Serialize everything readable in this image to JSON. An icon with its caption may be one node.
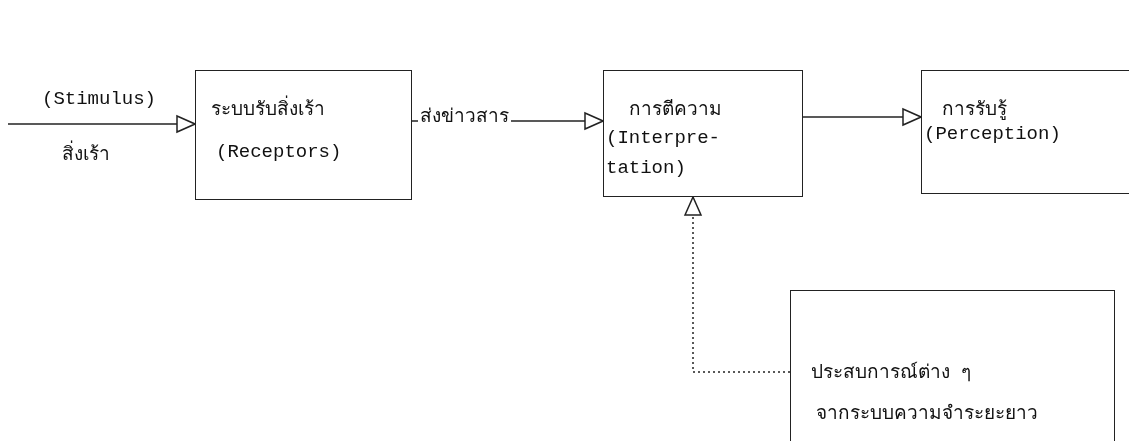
{
  "diagram": {
    "nodes": [
      {
        "text": [
          "ระบบรับสิ่งเร้า",
          "(Receptors)"
        ]
      },
      {
        "text": [
          "การตีความ",
          "(Interpre- tation)"
        ]
      },
      {
        "text": [
          "การรับรู้",
          "(Perception)"
        ]
      },
      {
        "text": [
          "ประสบการณ์ต่าง ๆ",
          "จากระบบความจำระยะยาว"
        ]
      }
    ],
    "edges": [
      {
        "from": null,
        "to": 0,
        "arrow": "to",
        "label": "สิ่งเร้า"
      },
      {
        "from": 0,
        "to": 1,
        "arrow": "to",
        "label": "ส่งข่าวสาร"
      },
      {
        "from": 1,
        "to": 2,
        "arrow": "to"
      },
      {
        "from": 3,
        "to": 1,
        "arrow": "to",
        "style": "dashed"
      }
    ],
    "labels": [
      "(Stimulus)"
    ]
  }
}
